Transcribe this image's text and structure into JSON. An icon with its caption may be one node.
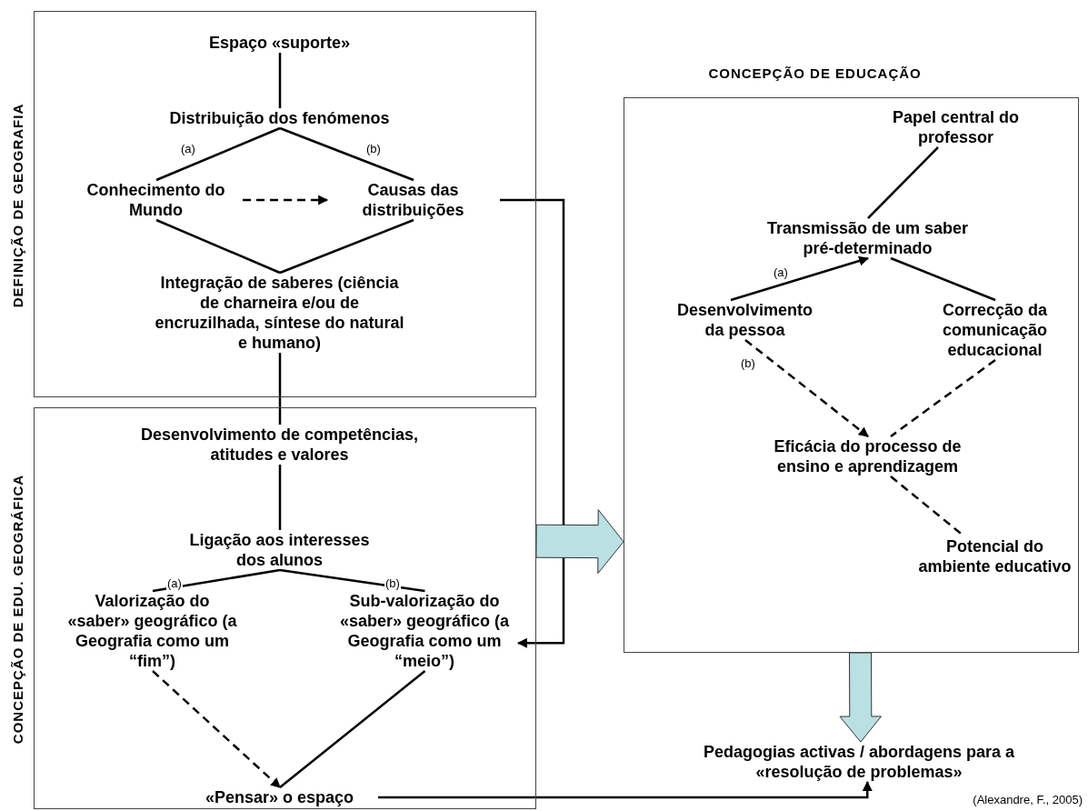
{
  "diagram": {
    "nodes": [
      {
        "text": [
          "DEFINIÇÃO DE GEOGRAFIA"
        ]
      },
      {
        "text": [
          "Espaço «suporte»"
        ],
        "in": 0
      },
      {
        "text": [
          "Distribuição dos fenómenos"
        ],
        "in": 0
      },
      {
        "text": [
          "Conhecimento do Mundo"
        ],
        "in": 0
      },
      {
        "text": [
          "Causas das distribuições"
        ],
        "in": 0
      },
      {
        "text": [
          "Integração de saberes (ciência de charneira e/ou de encruzilhada, síntese do natural e humano)"
        ],
        "in": 0
      },
      {
        "text": [
          "CONCEPÇÃO DE EDU. GEOGRÁFICA"
        ]
      },
      {
        "text": [
          "Desenvolvimento de competências, atitudes e valores"
        ],
        "in": 6
      },
      {
        "text": [
          "Ligação aos interesses dos alunos"
        ],
        "in": 6
      },
      {
        "text": [
          "Valorização do «saber» geográfico (a Geografia como um “fim”)"
        ],
        "in": 6
      },
      {
        "text": [
          "Sub-valorização do «saber» geográfico (a Geografia como um “meio”)"
        ],
        "in": 6
      },
      {
        "text": [
          "«Pensar» o espaço"
        ],
        "in": 6
      },
      {
        "text": [
          "CONCEPÇÃO DE EDUCAÇÃO"
        ]
      },
      {
        "text": [
          "Papel central do professor"
        ],
        "in": 12
      },
      {
        "text": [
          "Transmissão de um saber pré-determinado"
        ],
        "in": 12
      },
      {
        "text": [
          "Desenvolvimento da pessoa"
        ],
        "in": 12
      },
      {
        "text": [
          "Correcção da comunicação educacional"
        ],
        "in": 12
      },
      {
        "text": [
          "Eficácia do processo de ensino e aprendizagem"
        ],
        "in": 12
      },
      {
        "text": [
          "Potencial do ambiente educativo"
        ],
        "in": 12
      },
      {
        "text": [
          "Pedagogias activas / abordagens para a «resolução de problemas»"
        ]
      }
    ],
    "edges": [
      {
        "from": 1,
        "to": 2,
        "arrow": "none"
      },
      {
        "from": 2,
        "to": 3,
        "arrow": "none",
        "label": "(a)"
      },
      {
        "from": 2,
        "to": 4,
        "arrow": "none",
        "label": "(b)"
      },
      {
        "from": 3,
        "to": 4,
        "arrow": "to",
        "style": "dashed"
      },
      {
        "from": 3,
        "to": 5,
        "arrow": "none"
      },
      {
        "from": 4,
        "to": 5,
        "arrow": "none"
      },
      {
        "from": 5,
        "to": 7,
        "arrow": "none"
      },
      {
        "from": 7,
        "to": 8,
        "arrow": "none"
      },
      {
        "from": 8,
        "to": 9,
        "arrow": "none",
        "label": "(a)"
      },
      {
        "from": 8,
        "to": 10,
        "arrow": "none",
        "label": "(b)"
      },
      {
        "from": 9,
        "to": 11,
        "arrow": "to",
        "style": "dashed"
      },
      {
        "from": 10,
        "to": 11,
        "arrow": "none"
      },
      {
        "from": 4,
        "to": 10,
        "arrow": "to"
      },
      {
        "from": 6,
        "to": 12,
        "arrow": "to",
        "style": "thick",
        "color": "#b9e0e3"
      },
      {
        "from": 12,
        "to": 19,
        "arrow": "to",
        "style": "thick",
        "color": "#b9e0e3"
      },
      {
        "from": 11,
        "to": 19,
        "arrow": "to"
      },
      {
        "from": 13,
        "to": 14,
        "arrow": "none"
      },
      {
        "from": 15,
        "to": 14,
        "arrow": "to",
        "label": "(a)"
      },
      {
        "from": 16,
        "to": 14,
        "arrow": "none"
      },
      {
        "from": 15,
        "to": 17,
        "arrow": "to",
        "style": "dashed",
        "label": "(b)"
      },
      {
        "from": 16,
        "to": 17,
        "arrow": "none",
        "style": "dashed"
      },
      {
        "from": 17,
        "to": 18,
        "arrow": "none",
        "style": "dashed"
      }
    ],
    "labels": [
      "(Alexandre, F., 2005)"
    ]
  }
}
